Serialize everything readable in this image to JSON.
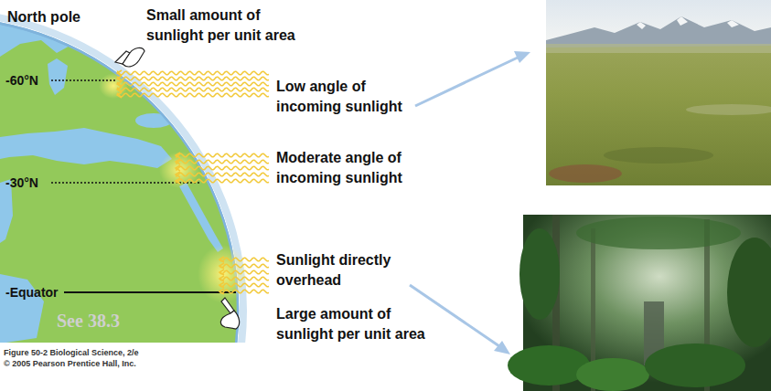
{
  "diagram": {
    "labels": [
      "North pole",
      "Small amount of sunlight per unit area",
      "-60°N",
      "Low angle of incoming sunlight",
      "Moderate angle of incoming sunlight",
      "-30°N",
      "Sunlight directly overhead",
      "-Equator",
      "Large amount of sunlight per unit area",
      "See 38.3",
      "Figure 50-2 Biological Science, 2/e",
      "© 2005 Pearson Prentice Hall, Inc."
    ]
  }
}
